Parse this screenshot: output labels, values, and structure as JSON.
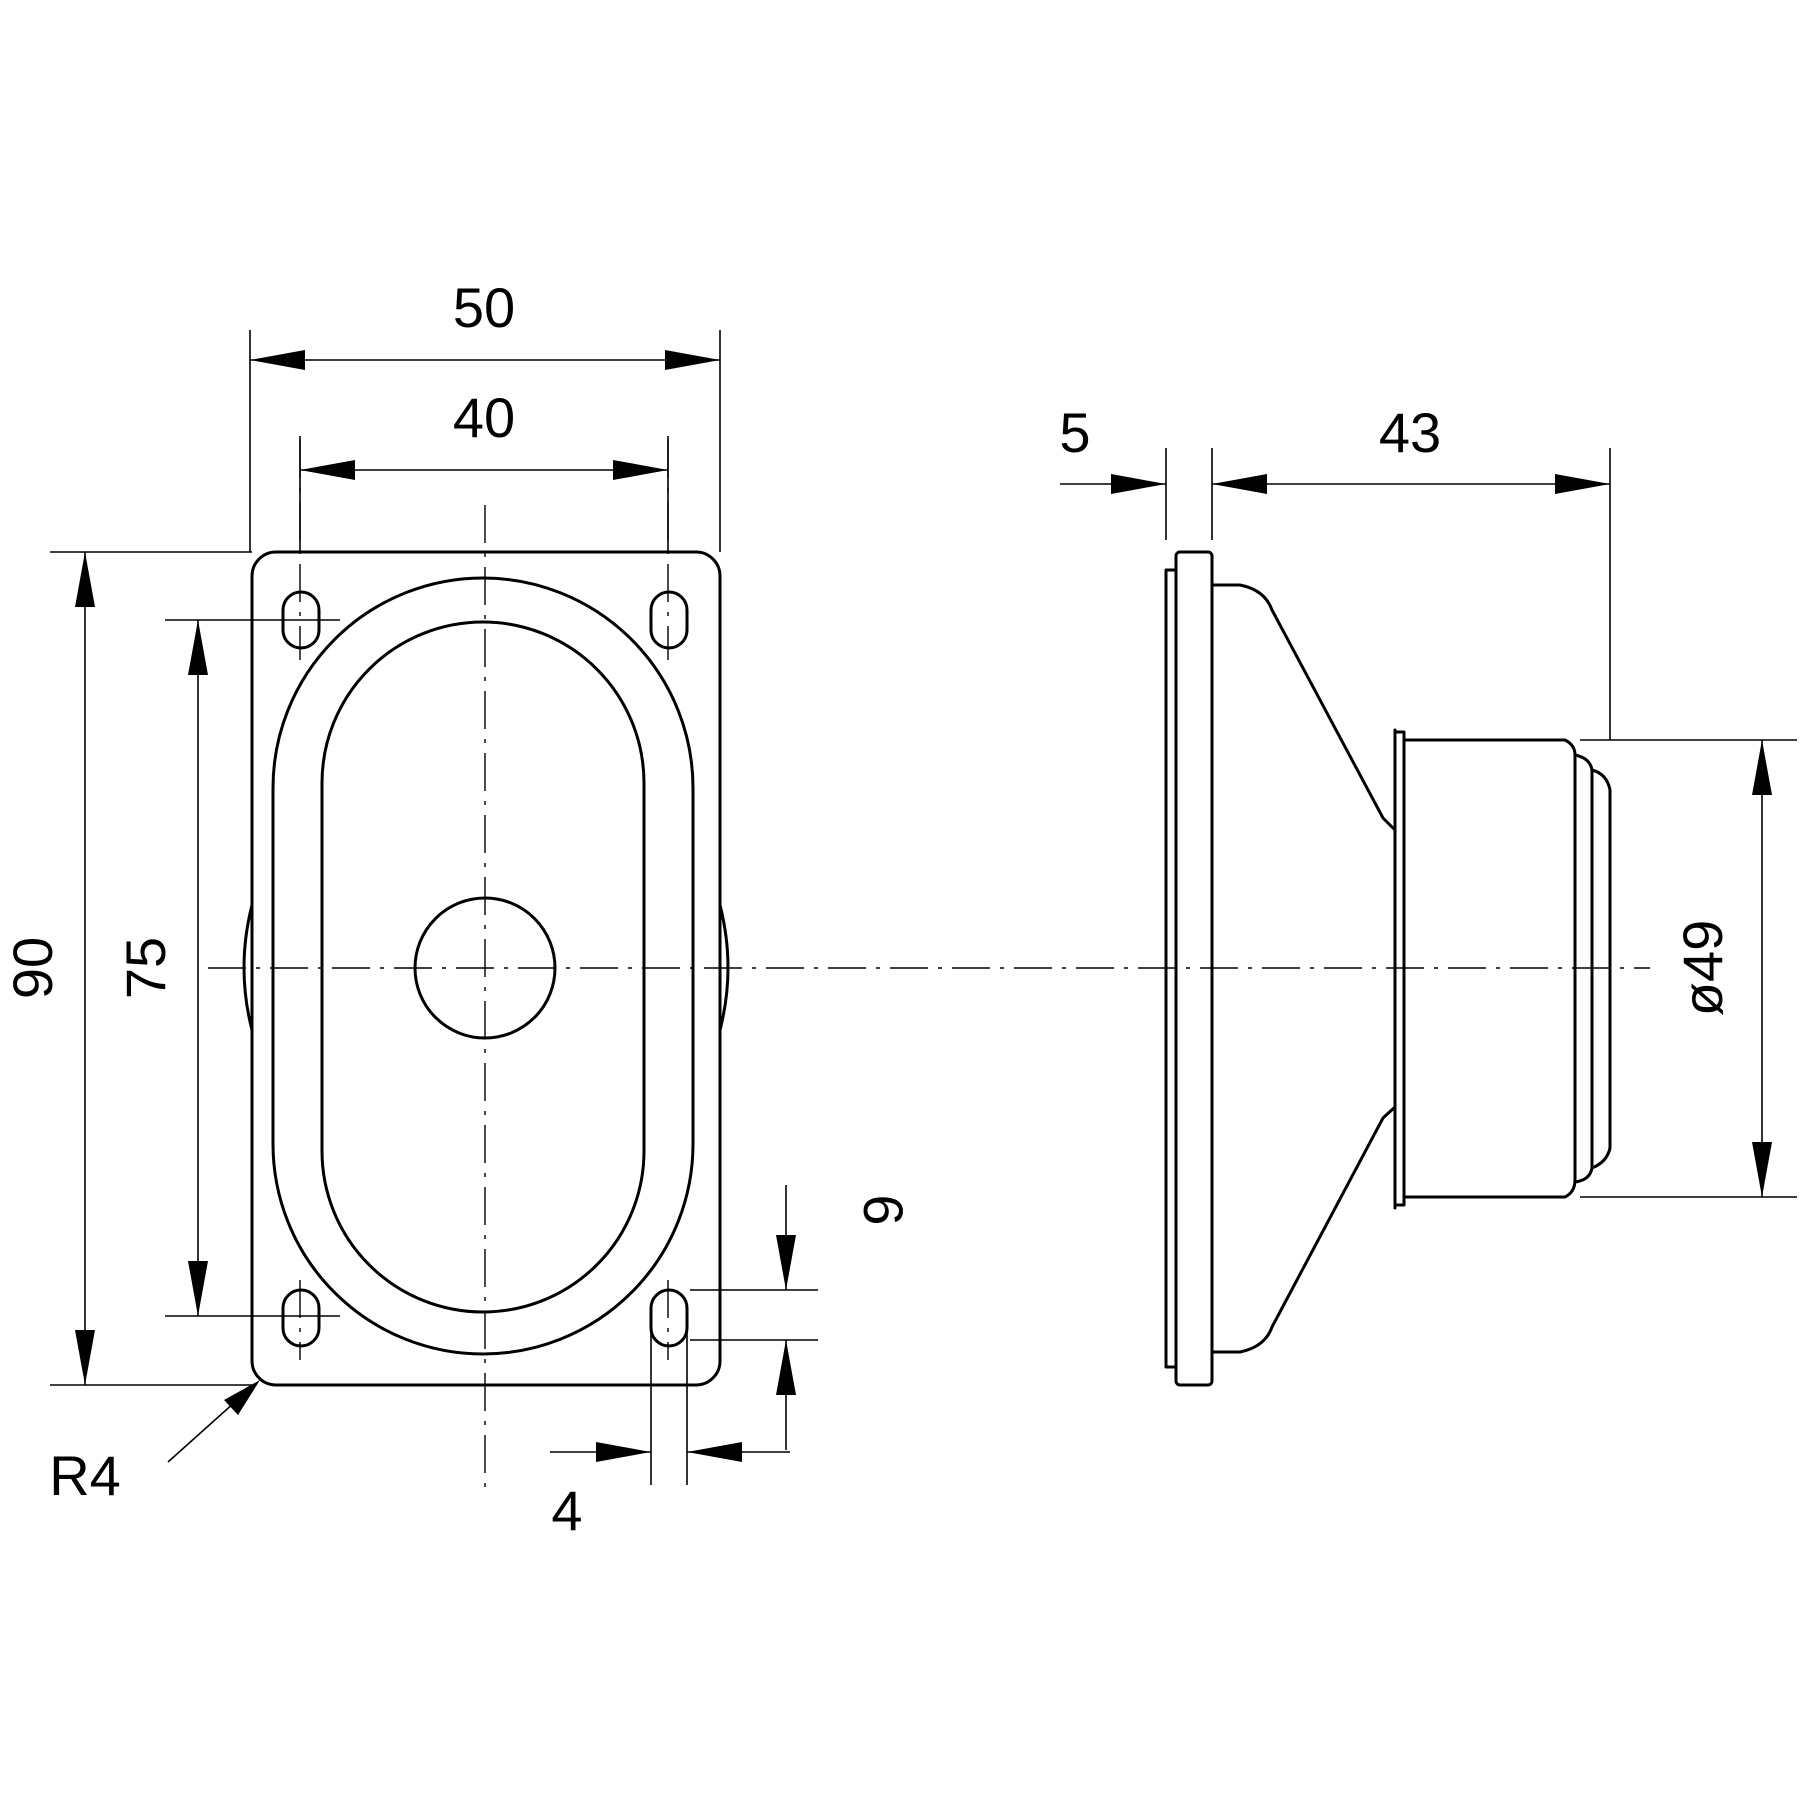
{
  "front_view": {
    "width_overall": "50",
    "width_holes": "40",
    "height_overall": "90",
    "height_holes": "75",
    "hole_offset_vertical": "6",
    "hole_offset_horizontal": "4",
    "corner_radius": "R4"
  },
  "side_view": {
    "flange_thickness": "5",
    "depth": "43",
    "magnet_diameter": "ø49"
  }
}
